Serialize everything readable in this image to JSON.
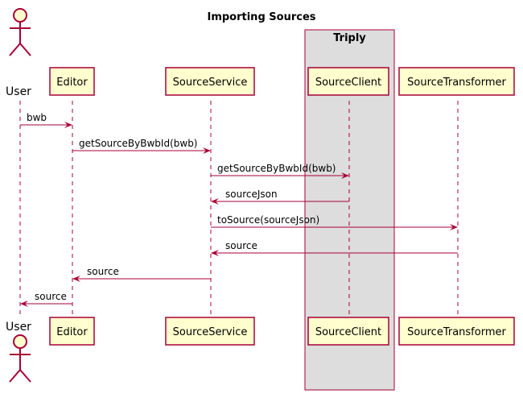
{
  "title": "Importing Sources",
  "group": {
    "label": "Triply"
  },
  "actor": {
    "label": "User"
  },
  "participants": [
    {
      "id": "editor",
      "label": "Editor"
    },
    {
      "id": "sourceservice",
      "label": "SourceService"
    },
    {
      "id": "sourceclient",
      "label": "SourceClient"
    },
    {
      "id": "sourcetransformer",
      "label": "SourceTransformer"
    }
  ],
  "messages": [
    {
      "from": "user",
      "to": "editor",
      "label": "bwb"
    },
    {
      "from": "editor",
      "to": "sourceservice",
      "label": "getSourceByBwbId(bwb)"
    },
    {
      "from": "sourceservice",
      "to": "sourceclient",
      "label": "getSourceByBwbId(bwb)"
    },
    {
      "from": "sourceclient",
      "to": "sourceservice",
      "label": "sourceJson"
    },
    {
      "from": "sourceservice",
      "to": "sourcetransformer",
      "label": "toSource(sourceJson)"
    },
    {
      "from": "sourcetransformer",
      "to": "sourceservice",
      "label": "source"
    },
    {
      "from": "sourceservice",
      "to": "editor",
      "label": "source"
    },
    {
      "from": "editor",
      "to": "user",
      "label": "source"
    }
  ],
  "colors": {
    "participant_fill": "#FEFECE",
    "line": "#A80036",
    "group_fill": "#DDDDDD"
  }
}
